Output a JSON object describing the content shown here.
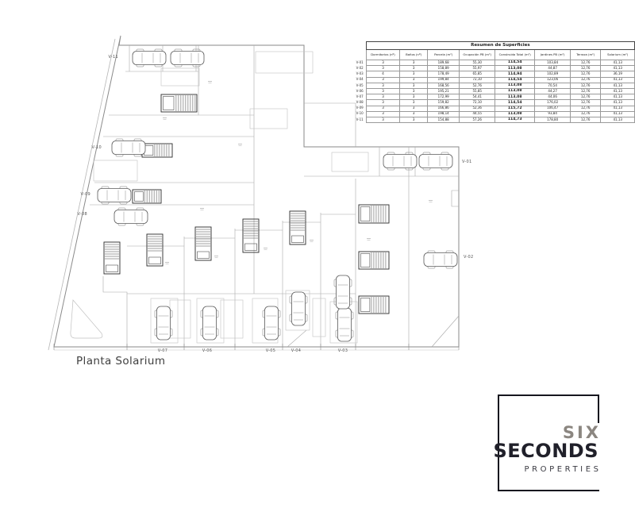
{
  "plan": {
    "title": "Planta Solarium",
    "units": [
      "V-01",
      "V-02",
      "V-03",
      "V-04",
      "V-05",
      "V-06",
      "V-07",
      "V-08",
      "V-09",
      "V-10",
      "V-11"
    ]
  },
  "table": {
    "title": "Resumen de Superficies",
    "headers": [
      "Dormitorios (nº)",
      "Baños (nº)",
      "Parcela (m²)",
      "Ocupación PB (m²)",
      "Construida Total (m²)",
      "Jardines PB (m²)",
      "Terraza (m²)",
      "Solarium (m²)"
    ],
    "rows": [
      {
        "label": "V-01",
        "values": [
          "3",
          "3",
          "189,68",
          "55,30",
          "114,54",
          "103,84",
          "12,76",
          "41,13"
        ]
      },
      {
        "label": "V-02",
        "values": [
          "3",
          "3",
          "158,89",
          "55,97",
          "113,08",
          "44,87",
          "12,76",
          "41,13"
        ]
      },
      {
        "label": "V-03",
        "values": [
          "4",
          "3",
          "178,49",
          "65,85",
          "114,94",
          "102,89",
          "12,76",
          "36,19"
        ]
      },
      {
        "label": "V-04",
        "values": [
          "3",
          "3",
          "199,84",
          "72,10",
          "114,54",
          "123,06",
          "12,76",
          "41,13"
        ]
      },
      {
        "label": "V-05",
        "values": [
          "3",
          "3",
          "168,56",
          "52,76",
          "113,08",
          "70,54",
          "12,76",
          "41,13"
        ]
      },
      {
        "label": "V-06",
        "values": [
          "3",
          "3",
          "195,21",
          "55,85",
          "113,08",
          "44,27",
          "12,76",
          "41,13"
        ]
      },
      {
        "label": "V-07",
        "values": [
          "3",
          "3",
          "172,99",
          "54,41",
          "113,08",
          "44,06",
          "12,76",
          "41,13"
        ]
      },
      {
        "label": "V-08",
        "values": [
          "3",
          "3",
          "159,82",
          "72,10",
          "114,54",
          "176,02",
          "12,76",
          "41,13"
        ]
      },
      {
        "label": "V-09",
        "values": [
          "3",
          "3",
          "166,86",
          "52,36",
          "115,72",
          "106,47",
          "12,76",
          "41,13"
        ]
      },
      {
        "label": "V-10",
        "values": [
          "3",
          "3",
          "198,14",
          "44,55",
          "113,08",
          "93,84",
          "12,76",
          "41,13"
        ]
      },
      {
        "label": "V-11",
        "values": [
          "3",
          "3",
          "154,88",
          "57,26",
          "114,73",
          "178,80",
          "12,76",
          "41,13"
        ]
      }
    ]
  },
  "logo": {
    "line1": "SIX",
    "line2": "SECONDS",
    "line3": "PROPERTIES",
    "accent_color": "#8b8680",
    "main_color": "#20202a"
  }
}
